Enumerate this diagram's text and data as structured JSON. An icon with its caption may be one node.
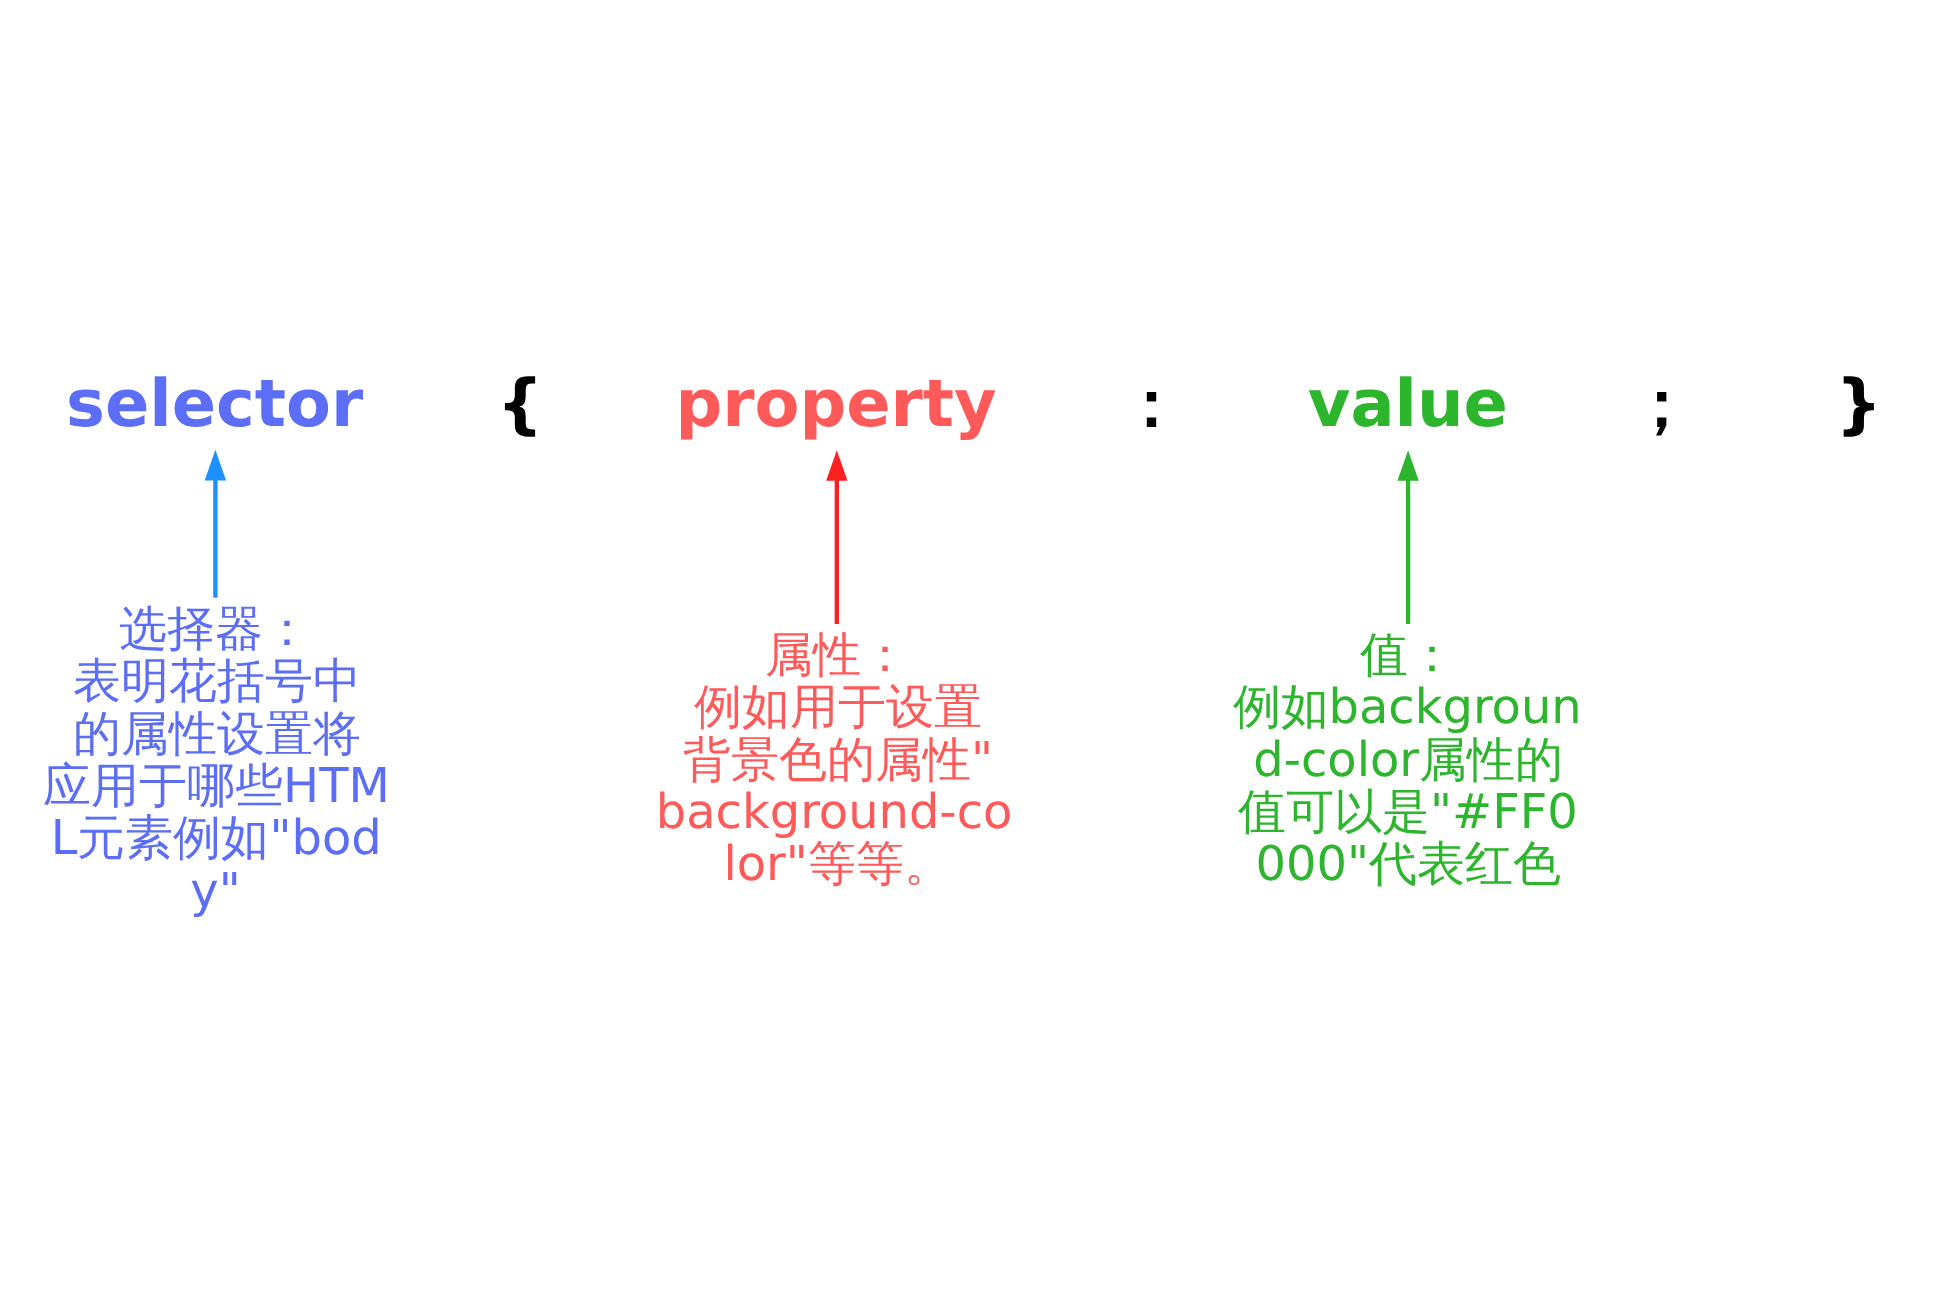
{
  "diagram": {
    "nodes": [
      {
        "text": [
          "selector"
        ]
      },
      {
        "text": [
          "property"
        ]
      },
      {
        "text": [
          "value"
        ]
      },
      {
        "text": [
          "选择器：",
          "表明花括号中的属性设置将应用于哪些HTML元素例如\"body\""
        ]
      },
      {
        "text": [
          "属性：",
          "例如用于设置背景色的属性\"background-color\"等等。"
        ]
      },
      {
        "text": [
          "值：",
          "例如background-color属性的值可以是\"#FF0000\"代表红色"
        ]
      }
    ],
    "edges": [
      {
        "from": 3,
        "to": 0,
        "arrow": "to",
        "color": "#1e90ff"
      },
      {
        "from": 4,
        "to": 1,
        "arrow": "to",
        "color": "#ff2020"
      },
      {
        "from": 5,
        "to": 2,
        "arrow": "to",
        "color": "#2db52d"
      }
    ],
    "labels": [
      "{",
      "：",
      "；",
      "}"
    ]
  }
}
